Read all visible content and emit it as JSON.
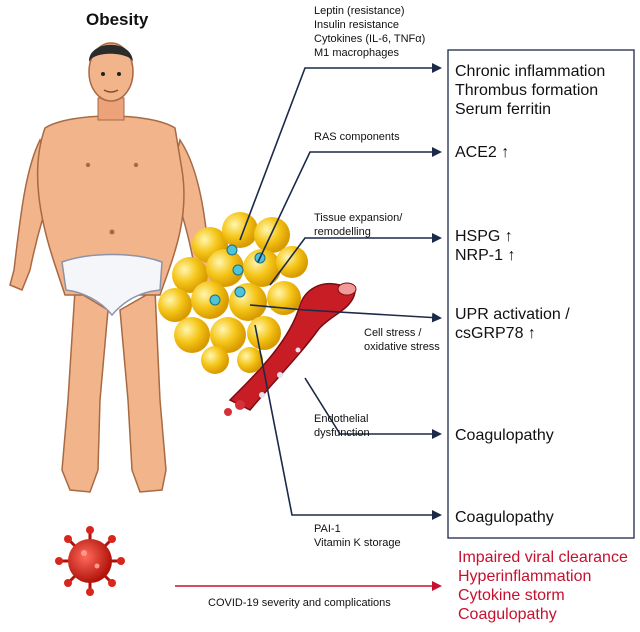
{
  "title": "Obesity",
  "box_items": [
    {
      "lines": [
        "Chronic inflammation",
        "Thrombus formation",
        "Serum ferritin"
      ]
    },
    {
      "lines": [
        "ACE2 ↑"
      ]
    },
    {
      "lines": [
        "HSPG ↑",
        "NRP-1 ↑"
      ]
    },
    {
      "lines": [
        "UPR activation /",
        "csGRP78 ↑"
      ]
    },
    {
      "lines": [
        "Coagulopathy"
      ]
    },
    {
      "lines": [
        "Coagulopathy"
      ]
    }
  ],
  "labels": [
    {
      "lines": [
        "Leptin (resistance)",
        "Insulin resistance",
        "Cytokines (IL-6, TNFα)",
        "M1 macrophages"
      ]
    },
    {
      "lines": [
        "RAS components"
      ]
    },
    {
      "lines": [
        "Tissue expansion/",
        "remodelling"
      ]
    },
    {
      "lines": [
        "Cell stress /",
        "oxidative stress"
      ]
    },
    {
      "lines": [
        "Endothelial",
        "dysfunction"
      ]
    },
    {
      "lines": [
        "PAI-1",
        "Vitamin K storage"
      ]
    }
  ],
  "covid_label": "COVID-19 severity and complications",
  "outcomes": [
    "Impaired viral clearance",
    "Hyperinflammation",
    "Cytokine storm",
    "Coagulopathy"
  ],
  "colors": {
    "arrow": "#1c2a4a",
    "outcome": "#c8102e",
    "skin": "#f2b48a",
    "fat": "#f5c518",
    "vessel": "#c81d25",
    "virus": "#d9261c"
  },
  "icons": [
    "human-figure-icon",
    "adipose-tissue-icon",
    "blood-vessel-icon",
    "virus-icon"
  ]
}
